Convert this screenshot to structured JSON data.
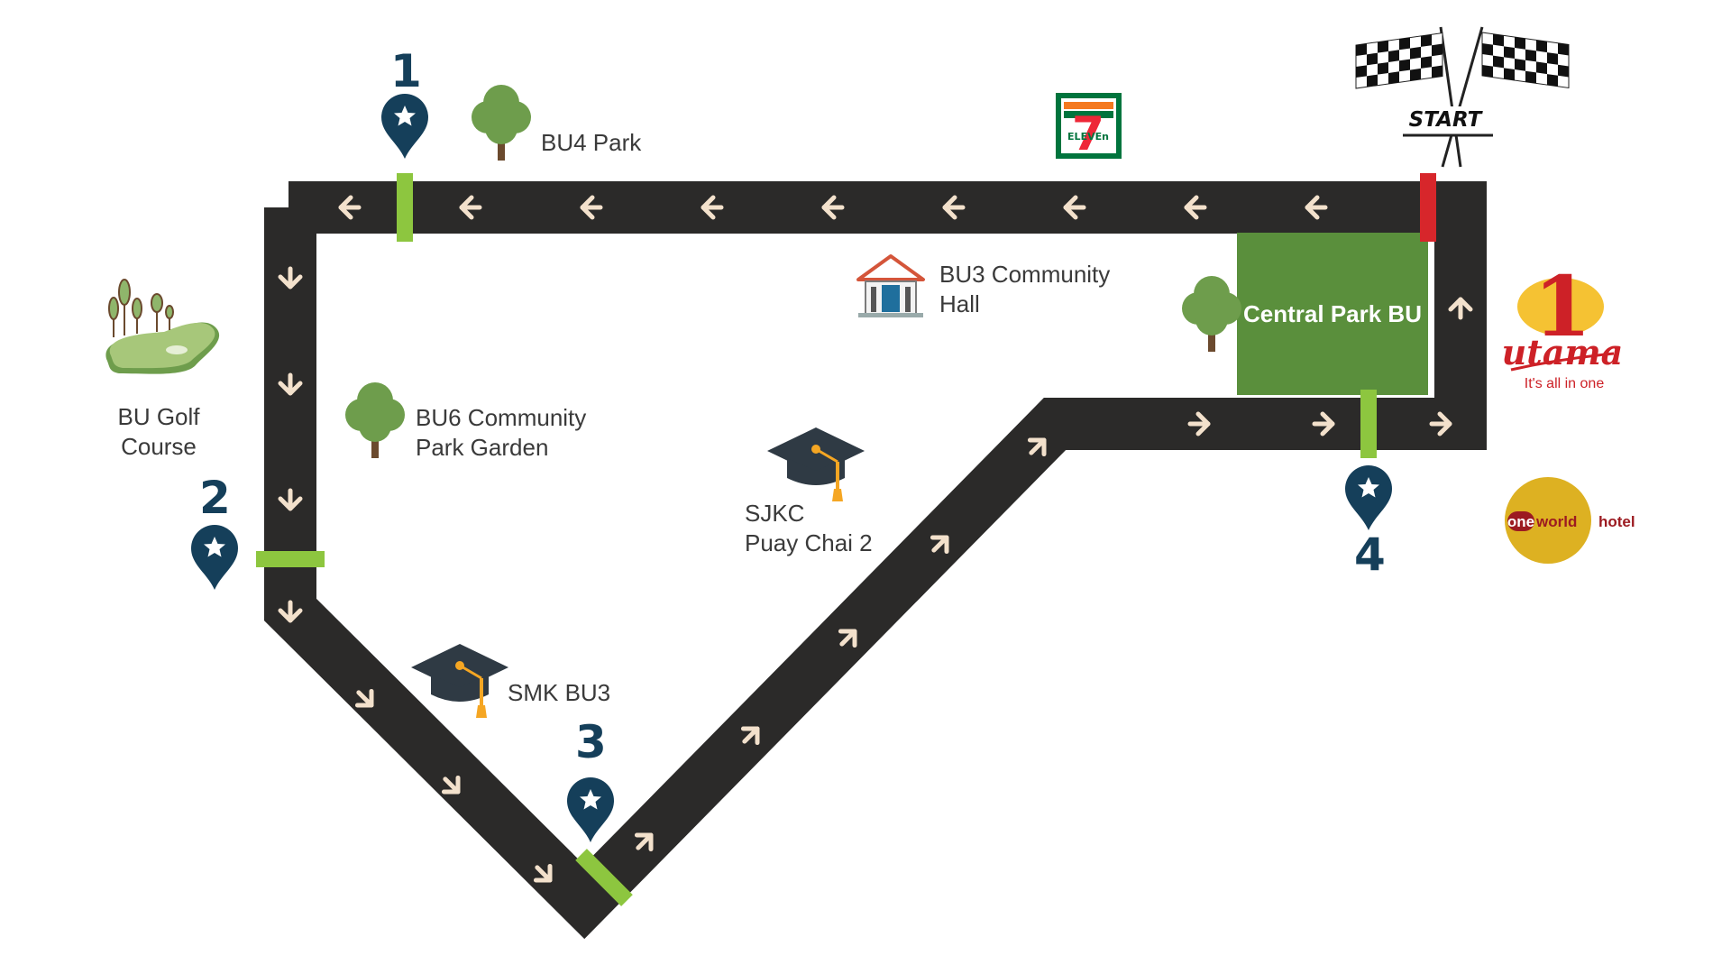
{
  "map": {
    "start_label": "START",
    "checkpoints": [
      "1",
      "2",
      "3",
      "4"
    ],
    "central_park": "Central Park\nBU",
    "landmarks": {
      "bu4_park": "BU4 Park",
      "bu3_hall": "BU3 Community\nHall",
      "bu6_garden": "BU6 Community\nPark Garden",
      "golf": "BU Golf\nCourse",
      "sjkc": "SJKC\nPuay Chai 2",
      "smk": "SMK BU3"
    },
    "logos": {
      "seven_eleven": "ELEVEn",
      "seven_digit": "7",
      "utama_number": "1",
      "utama_name": "utama",
      "utama_tagline": "It's all in one",
      "oneworld_prefix": "one",
      "oneworld_mid": "world",
      "oneworld_suffix": "hotel"
    },
    "icons": [
      "tree-icon",
      "graduation-cap-icon",
      "map-pin-star-icon",
      "checkered-flag-icon",
      "community-hall-icon",
      "golf-course-icon"
    ],
    "colors": {
      "road": "#2b2a29",
      "arrow": "#f3e1cc",
      "checkpoint_bar": "#8dc63f",
      "start_bar": "#d7262b",
      "park_green": "#5a8f3c",
      "pin": "#153f5a",
      "tree_leaf": "#6e9d4c",
      "cap": "#2f3a44",
      "tassel": "#f5a623",
      "utama_red": "#cd2127",
      "utama_yellow": "#f5c233",
      "oneworld_gold": "#ddb122",
      "oneworld_red": "#9c1b21",
      "seven_green": "#00743d",
      "seven_orange": "#f47920",
      "seven_red": "#ee2737"
    }
  }
}
